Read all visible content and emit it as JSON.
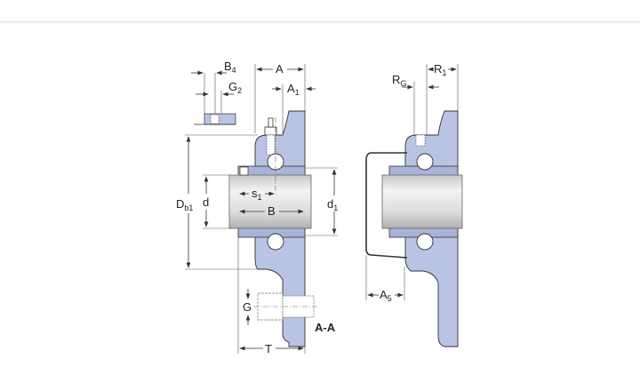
{
  "diagram": {
    "section_label": "A-A",
    "dimensions": {
      "B4": {
        "main": "B",
        "sub": "4"
      },
      "G2": {
        "main": "G",
        "sub": "2"
      },
      "A": {
        "main": "A"
      },
      "A1": {
        "main": "A",
        "sub": "1"
      },
      "Db1": {
        "main": "D",
        "sub": "b1"
      },
      "d": {
        "main": "d"
      },
      "s1": {
        "main": "s",
        "sub": "1"
      },
      "B": {
        "main": "B"
      },
      "d1": {
        "main": "d",
        "sub": "1"
      },
      "G": {
        "main": "G"
      },
      "T": {
        "main": "T"
      },
      "RG": {
        "main": "R",
        "sub": "G"
      },
      "R1": {
        "main": "R",
        "sub": "1"
      },
      "A5": {
        "main": "A",
        "sub": "5"
      }
    },
    "colors": {
      "housing": "#b9c3e3",
      "shaft": "#d8d8d8",
      "line": "#333333"
    }
  }
}
